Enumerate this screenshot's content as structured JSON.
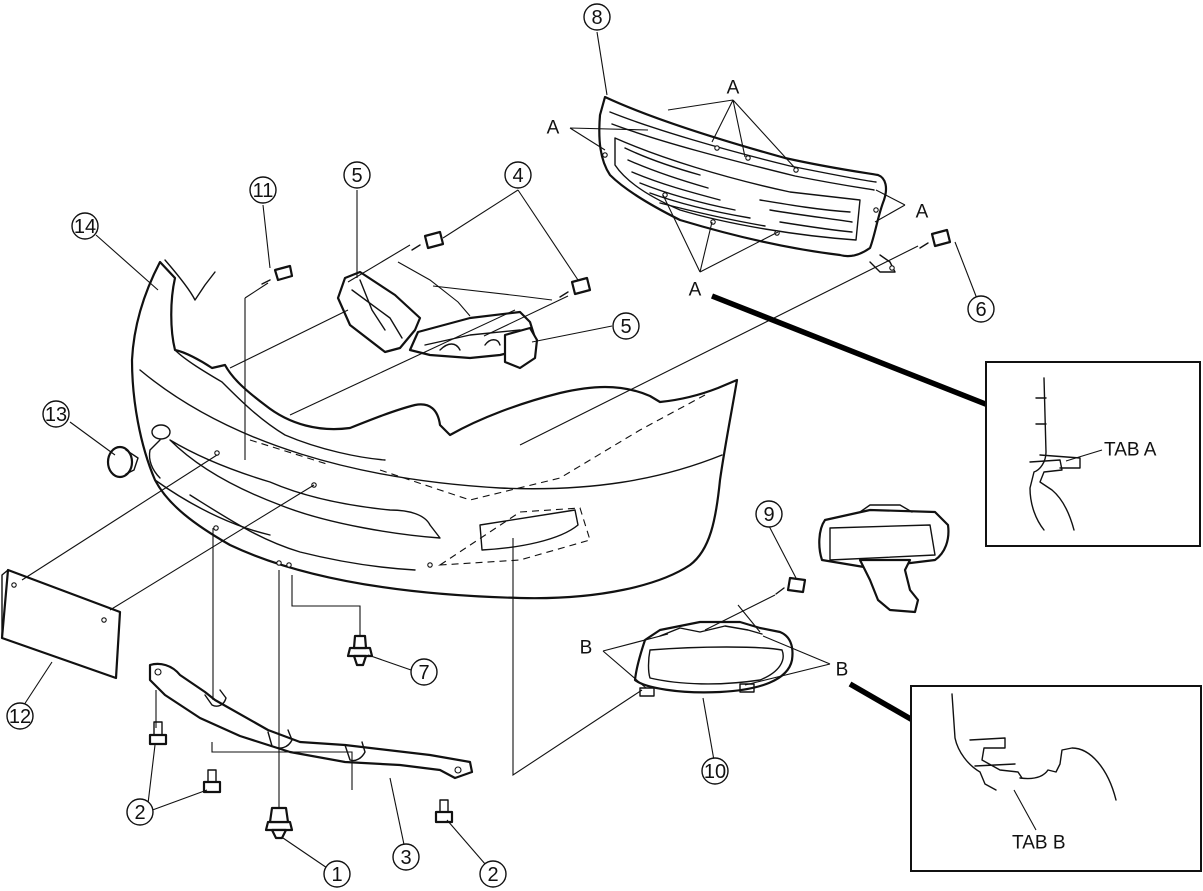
{
  "callouts": {
    "c1": "1",
    "c2a": "2",
    "c2b": "2",
    "c3": "3",
    "c4": "4",
    "c5a": "5",
    "c5b": "5",
    "c6": "6",
    "c7": "7",
    "c8": "8",
    "c9": "9",
    "c10": "10",
    "c11": "11",
    "c12": "12",
    "c13": "13",
    "c14": "14"
  },
  "letters": {
    "a1": "A",
    "a2": "A",
    "a3": "A",
    "a4": "A",
    "b1": "B",
    "b2": "B"
  },
  "details": {
    "tab_a": "TAB A",
    "tab_b": "TAB B"
  }
}
